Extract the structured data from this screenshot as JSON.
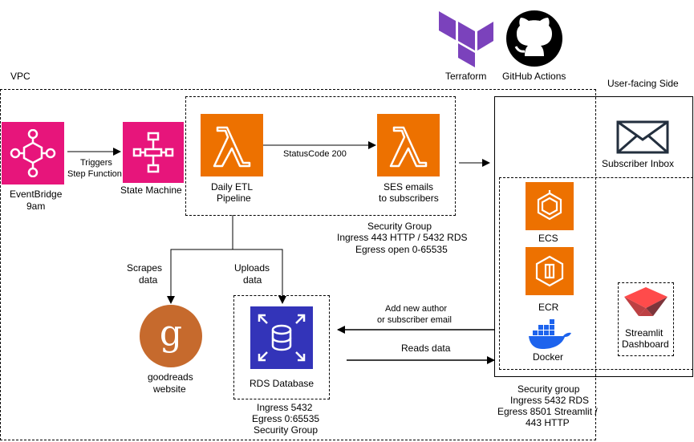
{
  "vpc": {
    "label": "VPC"
  },
  "user_side": {
    "label": "User-facing Side",
    "inbox_label": "Subscriber Inbox"
  },
  "tools": {
    "terraform": "Terraform",
    "github_actions": "GitHub Actions"
  },
  "eventbridge": {
    "line1": "EventBridge",
    "line2": "9am"
  },
  "state_machine": {
    "label": "State Machine"
  },
  "triggers": {
    "line1": "Triggers",
    "line2": "Step Function"
  },
  "etl": {
    "line1": "Daily ETL",
    "line2": "Pipeline"
  },
  "status_code": "StatusCode 200",
  "ses": {
    "line1": "SES emails",
    "line2": "to subscribers"
  },
  "lambda_sg": {
    "line1": "Security Group",
    "line2": "Ingress 443 HTTP / 5432 RDS",
    "line3": "Egress open 0-65535"
  },
  "scrapes": {
    "line1": "Scrapes",
    "line2": "data"
  },
  "uploads": {
    "line1": "Uploads",
    "line2": "data"
  },
  "goodreads": {
    "line1": "goodreads",
    "line2": "website",
    "letter": "g"
  },
  "rds": {
    "label": "RDS Database"
  },
  "rds_sg": {
    "line1": "Ingress 5432",
    "line2": "Egress 0:65535",
    "line3": "Security Group"
  },
  "add_author": {
    "line1": "Add new author",
    "line2": "or subscriber email"
  },
  "reads_data": "Reads data",
  "ecs": {
    "label": "ECS"
  },
  "ecr": {
    "label": "ECR"
  },
  "docker": {
    "label": "Docker"
  },
  "streamlit": {
    "line1": "Streamlit",
    "line2": "Dashboard"
  },
  "user_sg": {
    "line1": "Security group",
    "line2": "Ingress 5432 RDS",
    "line3": "Egress 8501 Streamlit /",
    "line4": "443 HTTP"
  },
  "colors": {
    "eventbridge": "#e7157b",
    "lambda": "#ed7100",
    "rds": "#3334b9",
    "goodreads": "#c66a2d",
    "terraform": "#7b42bc",
    "docker": "#1d63ed",
    "streamlit": "#ff4b4b"
  }
}
